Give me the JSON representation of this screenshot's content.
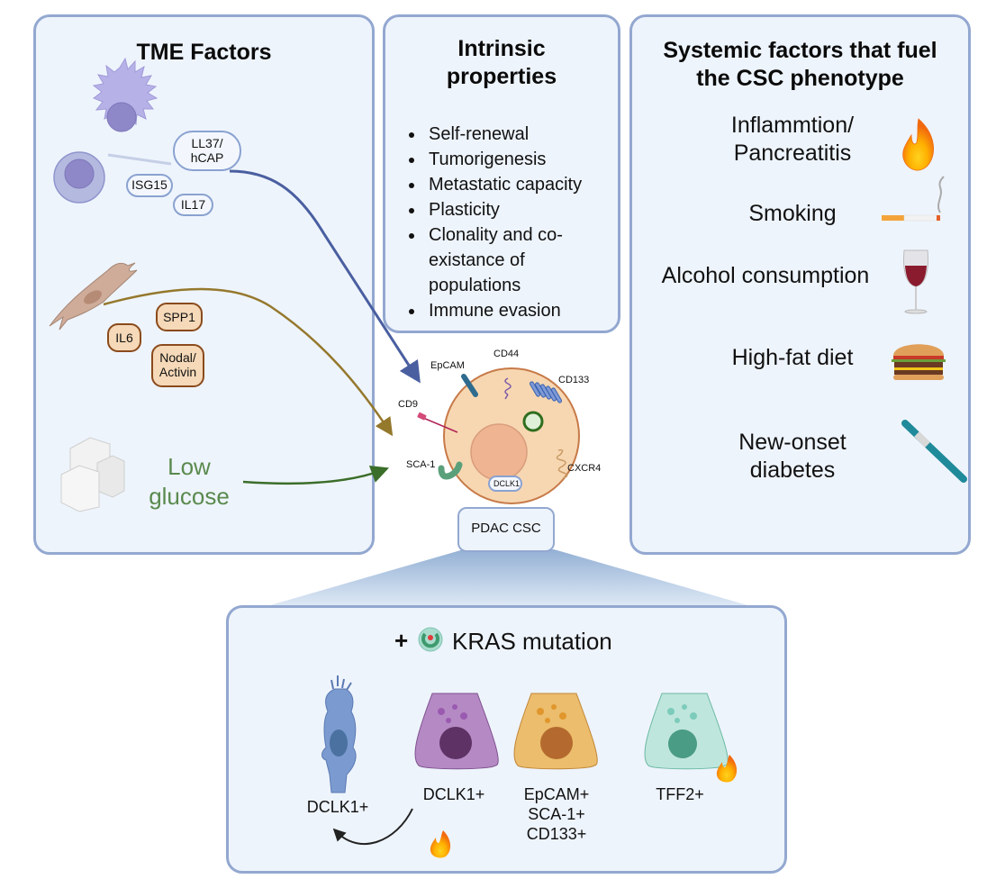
{
  "panels": {
    "tme": {
      "title": "TME Factors",
      "immune_factors": [
        "LL37/\nhCAP",
        "ISG15",
        "IL17"
      ],
      "fibroblast_factors": [
        "SPP1",
        "IL6",
        "Nodal/\nActivin"
      ],
      "glucose_label": "Low\nglucose"
    },
    "intrinsic": {
      "title": "Intrinsic\nproperties",
      "items": [
        "Self-renewal",
        "Tumorigenesis",
        "Metastatic capacity",
        "Plasticity",
        "Clonality and co-existance of populations",
        "Immune evasion"
      ]
    },
    "systemic": {
      "title": "Systemic factors that fuel\nthe CSC phenotype",
      "items": [
        {
          "label": "Inflammtion/\nPancreatitis",
          "icon": "flame-icon"
        },
        {
          "label": "Smoking",
          "icon": "cigarette-icon"
        },
        {
          "label": "Alcohol consumption",
          "icon": "wine-glass-icon"
        },
        {
          "label": "High-fat diet",
          "icon": "burger-icon"
        },
        {
          "label": "New-onset\ndiabetes",
          "icon": "insulin-pen-icon"
        }
      ]
    }
  },
  "csc": {
    "label": "PDAC CSC",
    "markers": {
      "epcam": "EpCAM",
      "cd44": "CD44",
      "cd133": "CD133",
      "cd9": "CD9",
      "sca1": "SCA-1",
      "cxcr4": "CXCR4",
      "dclk1": "DCLK1"
    }
  },
  "kras": {
    "title_prefix": "+",
    "title": "KRAS mutation",
    "cells": [
      {
        "label": "DCLK1+",
        "color": "#7b9bd0"
      },
      {
        "label": "DCLK1+",
        "color": "#b58ac4"
      },
      {
        "label": "EpCAM+\nSCA-1+\nCD133+",
        "color": "#ebbd6c"
      },
      {
        "label": "TFF2+",
        "color": "#bfe6dc"
      }
    ]
  },
  "colors": {
    "panel_bg": "#eef4fc",
    "panel_border": "#93a8d0",
    "immune_arrow": "#4a5fa0",
    "fibroblast_arrow": "#94782c",
    "glucose_arrow": "#3b6e2a",
    "glucose_text": "#5a8a4e"
  }
}
